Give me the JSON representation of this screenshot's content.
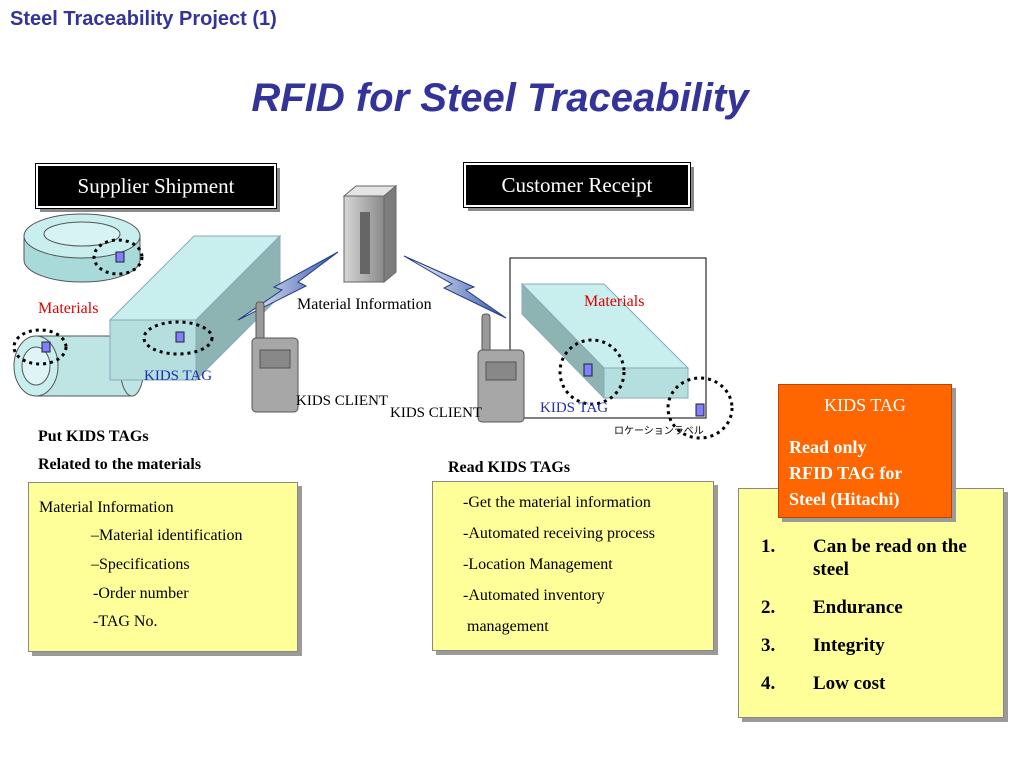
{
  "header": {
    "project": "Steel Traceability Project (1)",
    "title": "RFID for Steel Traceability"
  },
  "boxes": {
    "supplier": "Supplier Shipment",
    "customer": "Customer Receipt"
  },
  "labels": {
    "materials_left": "Materials",
    "materials_right": "Materials",
    "kids_tag_left": "KIDS TAG",
    "kids_tag_right": "KIDS TAG",
    "material_information": "Material Information",
    "kids_client_left": "KIDS CLIENT",
    "kids_client_right": "KIDS CLIENT",
    "location_label": "ロケーションラベル"
  },
  "left_section": {
    "heading1": "Put  KIDS TAGs",
    "heading2": "Related to the materials",
    "box": {
      "title": "Material Information",
      "items": [
        "–Material identification",
        "–Specifications",
        "-Order number",
        "-TAG   No."
      ]
    }
  },
  "middle_section": {
    "heading": "Read KIDS TAGs",
    "items": [
      "-Get the material information",
      "-Automated receiving process",
      "-Location Management",
      "-Automated inventory",
      " management"
    ]
  },
  "right_section": {
    "tag_box": {
      "title": "KIDS TAG",
      "line1": "Read only",
      "line2": "RFID TAG for",
      "line3": "Steel (Hitachi)"
    },
    "list": [
      {
        "num": "1.",
        "text": "Can be read on the steel"
      },
      {
        "num": "2.",
        "text": "Endurance"
      },
      {
        "num": "3.",
        "text": "Integrity"
      },
      {
        "num": "4.",
        "text": "Low cost"
      }
    ]
  }
}
